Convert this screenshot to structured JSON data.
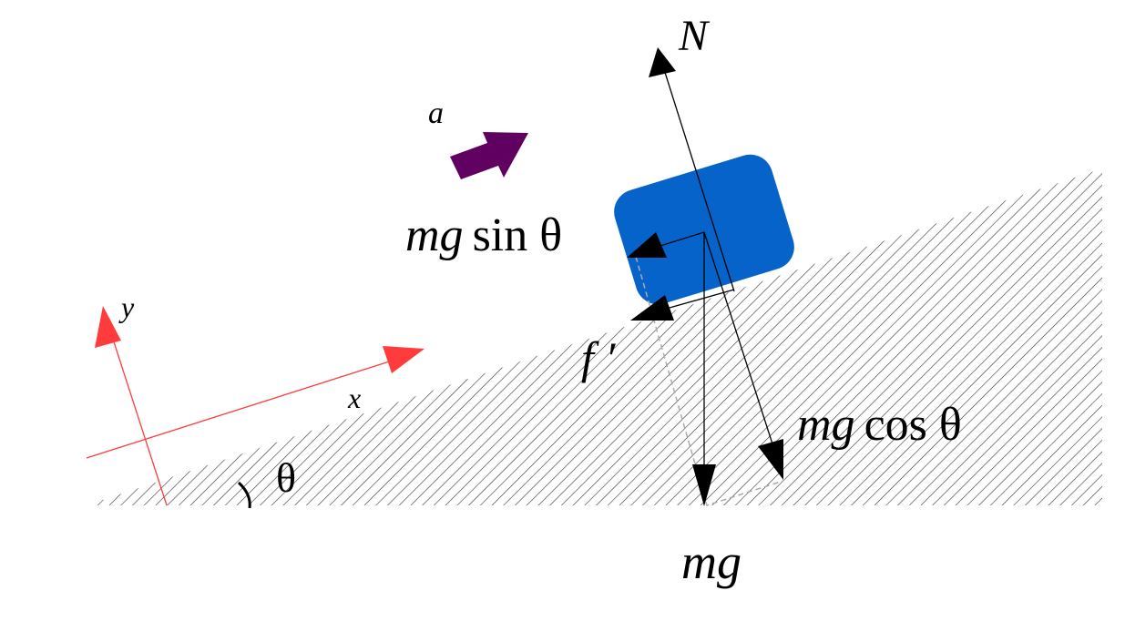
{
  "labels": {
    "normal": "N",
    "acceleration": "a",
    "mg_sin_italic": "mg",
    "mg_sin_rest": "sin θ",
    "friction": "f ′",
    "mg_cos_italic": "mg",
    "mg_cos_rest": "cos θ",
    "weight": "mg",
    "x_axis": "x",
    "y_axis": "y",
    "angle": "θ"
  },
  "colors": {
    "block": "#0563c9",
    "axes": "#ff3b3b",
    "acceleration": "#600060",
    "hatch": "#333333"
  }
}
